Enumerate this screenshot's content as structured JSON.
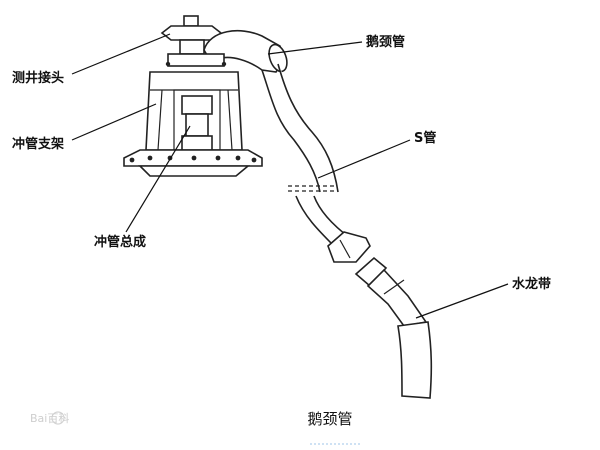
{
  "labels": {
    "test_well_joint": "测井接头",
    "gooseneck_pipe": "鹅颈管",
    "flush_pipe_bracket": "冲管支架",
    "s_pipe": "S管",
    "flush_pipe_assembly": "冲管总成",
    "hose": "水龙带"
  },
  "caption": "鹅颈管",
  "watermark": "Bai百科"
}
